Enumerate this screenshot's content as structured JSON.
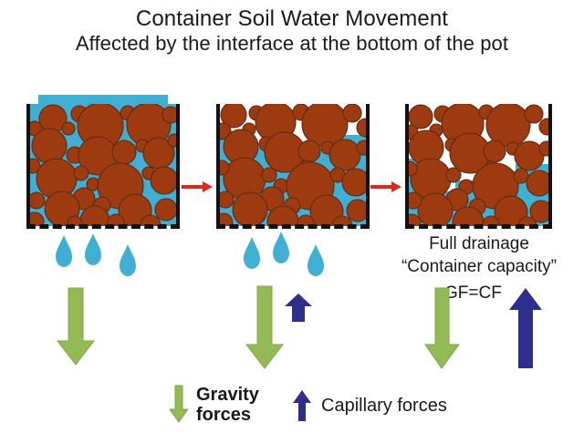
{
  "title": {
    "line1": "Container Soil Water Movement",
    "line2": "Affected by the interface at the bottom of the pot"
  },
  "colors": {
    "soil": "#9E3A10",
    "soil_stroke": "#5E2A10",
    "water": "#3FAFD4",
    "air": "#FFFFFF",
    "pot_wall": "#121212",
    "gravity_arrow": "#93BA55",
    "gravity_arrow_stroke": "#7FA844",
    "capillary_arrow": "#2E2E8F",
    "transition_arrow": "#E8231A",
    "text": "#1A1A1A"
  },
  "panels": [
    {
      "id": "panel-saturated",
      "state": "saturated",
      "surface_water": true,
      "droplets": 3,
      "gravity_arrow": {
        "length": 80,
        "visible": true
      },
      "capillary_arrow": {
        "length": 0,
        "visible": false
      },
      "caption": []
    },
    {
      "id": "panel-draining",
      "state": "partial-drainage",
      "surface_water": false,
      "droplets": 3,
      "gravity_arrow": {
        "length": 88,
        "visible": true
      },
      "capillary_arrow": {
        "length": 26,
        "visible": true
      },
      "caption": []
    },
    {
      "id": "panel-container-capacity",
      "state": "full-drainage",
      "surface_water": false,
      "droplets": 0,
      "gravity_arrow": {
        "length": 84,
        "visible": true
      },
      "capillary_arrow": {
        "length": 84,
        "visible": true
      },
      "caption": [
        "Full drainage",
        "“Container capacity”"
      ],
      "balance_label": "GF=CF"
    }
  ],
  "transition_arrows": [
    {
      "name": "transition-arrow-1-to-2"
    },
    {
      "name": "transition-arrow-2-to-3"
    }
  ],
  "legend": {
    "gravity": {
      "label": "Gravity\nforces",
      "icon": "down-arrow-icon"
    },
    "capillary": {
      "label": "Capillary forces",
      "icon": "up-arrow-icon"
    }
  }
}
